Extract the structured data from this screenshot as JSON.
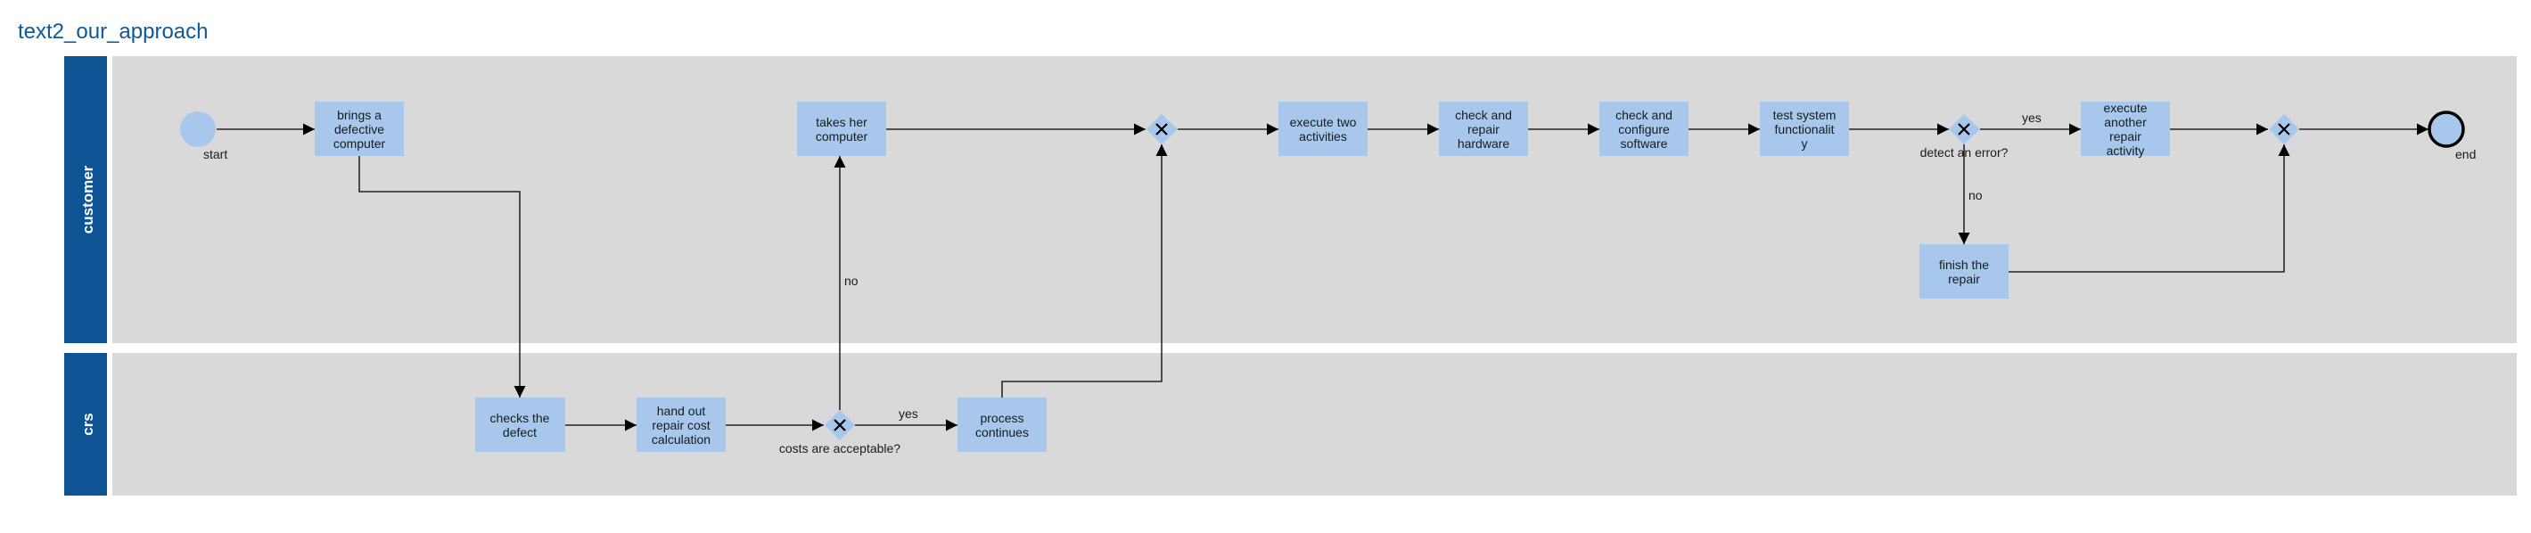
{
  "title": "text2_our_approach",
  "lanes": [
    {
      "id": "customer",
      "label": "customer"
    },
    {
      "id": "crs",
      "label": "crs"
    }
  ],
  "tasks": {
    "t_brings": [
      "brings a",
      "defective",
      "computer"
    ],
    "t_takes": [
      "takes her",
      "computer"
    ],
    "t_exec2": [
      "execute two",
      "activities"
    ],
    "t_checkhw": [
      "check and",
      "repair",
      "hardware"
    ],
    "t_checksw": [
      "check and",
      "configure",
      "software"
    ],
    "t_test": [
      "test system",
      "functionalit",
      "y"
    ],
    "t_another": [
      "execute",
      "another",
      "repair",
      "activity"
    ],
    "t_finish": [
      "finish the",
      "repair"
    ],
    "t_checks": [
      "checks the",
      "defect"
    ],
    "t_handout": [
      "hand out",
      "repair cost",
      "calculation"
    ],
    "t_process": [
      "process",
      "continues"
    ]
  },
  "events": {
    "start": "start",
    "end": "end"
  },
  "gateways": {
    "g_cost": "costs are acceptable?",
    "g_merge1": "",
    "g_error": "detect an error?",
    "g_merge2": ""
  },
  "edge_labels": {
    "cost_no": "no",
    "cost_yes": "yes",
    "error_yes": "yes",
    "error_no": "no"
  },
  "colors": {
    "title": "#0f5a96",
    "lane_header": "#0e5394",
    "lane_body": "#d9d9d9",
    "task_fill": "#a7c8ec",
    "event_fill": "#a7c8ec",
    "edge": "#000000"
  }
}
